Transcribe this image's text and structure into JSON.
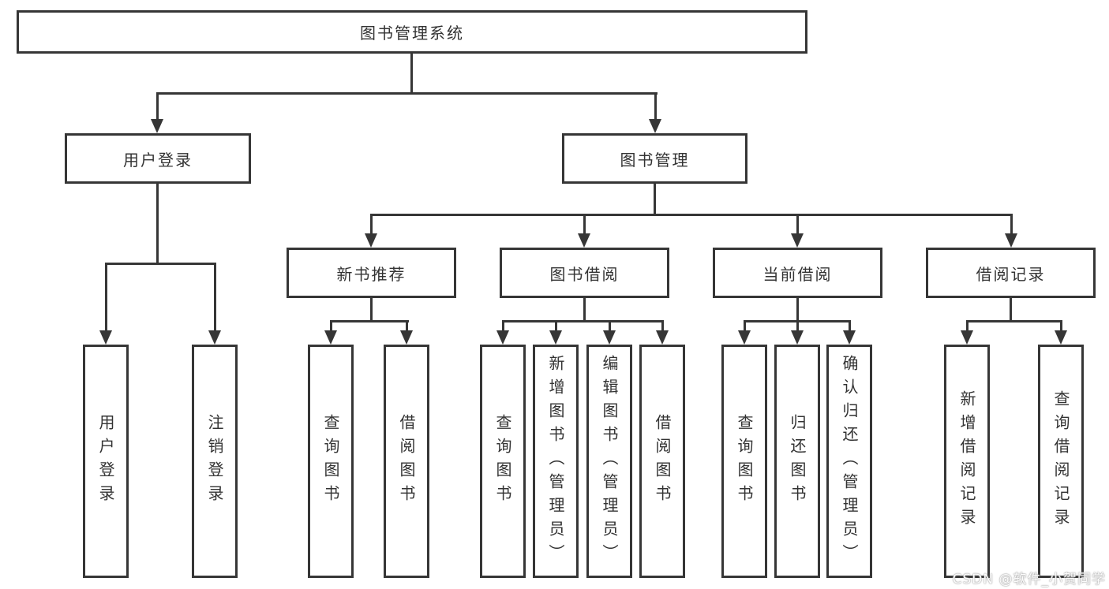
{
  "diagram": {
    "root": {
      "label": "图书管理系统"
    },
    "level2": [
      {
        "label": "用户登录",
        "children": [
          {
            "label": "用户登录"
          },
          {
            "label": "注销登录"
          }
        ]
      },
      {
        "label": "图书管理",
        "children": [
          {
            "label": "新书推荐",
            "children": [
              {
                "label": "查询图书"
              },
              {
                "label": "借阅图书"
              }
            ]
          },
          {
            "label": "图书借阅",
            "children": [
              {
                "label": "查询图书"
              },
              {
                "label": "新增图书（管理员）"
              },
              {
                "label": "编辑图书（管理员）"
              },
              {
                "label": "借阅图书"
              }
            ]
          },
          {
            "label": "当前借阅",
            "children": [
              {
                "label": "查询图书"
              },
              {
                "label": "归还图书"
              },
              {
                "label": "确认归还（管理员）"
              }
            ]
          },
          {
            "label": "借阅记录",
            "children": [
              {
                "label": "新增借阅记录"
              },
              {
                "label": "查询借阅记录"
              }
            ]
          }
        ]
      }
    ]
  },
  "watermark": {
    "text": "CSDN @软件_小贺同学"
  },
  "colors": {
    "line": "#363636",
    "text": "#333333",
    "background": "#ffffff",
    "watermark_text": "#fbfbfb"
  }
}
